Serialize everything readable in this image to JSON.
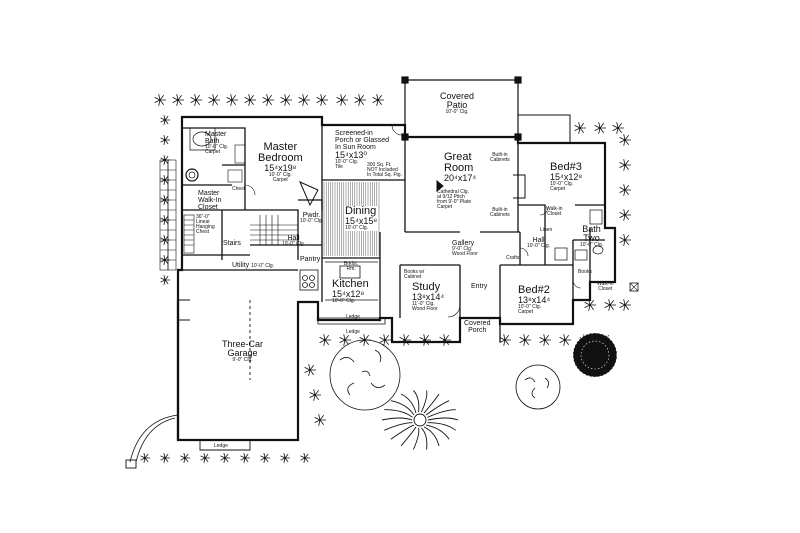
{
  "rooms": {
    "covered_patio": {
      "name": "Covered\nPatio",
      "size": "10'-0\" Clg."
    },
    "master_bath": {
      "name": "Master\nBath",
      "size": "10'-0\" Clg.\nCarpet"
    },
    "master_bedroom": {
      "name": "Master\nBedroom",
      "size": "15⁴x19⁸",
      "note": "10'-0\" Clg.\nCarpet"
    },
    "screened_porch": {
      "name": "Screened-in\nPorch or Glassed\nIn Sun Room",
      "size": "15⁴x13⁰",
      "note": "10'-0\" Clg.\nTile"
    },
    "great_room": {
      "name": "Great\nRoom",
      "size": "20⁴x17⁴",
      "note": "Cathedral Clg.\nat 9/12 Pitch\nfrom 9'-0\" Plate\nCarpet"
    },
    "bed3": {
      "name": "Bed#3",
      "size": "15⁴x12⁸",
      "note": "10'-0\" Clg.\nCarpet"
    },
    "master_closet": {
      "name": "Master\nWalk-In\nCloset",
      "note": "36\"-0\"\nLinear\nHanging\nChest"
    },
    "dining": {
      "name": "Dining",
      "size": "15⁴x15⁸",
      "note": "10'-0\" Clg."
    },
    "pwdr": {
      "name": "Pwdr.",
      "note": "10'-0\" Clg."
    },
    "stairs": {
      "name": "Stairs"
    },
    "hall_left": {
      "name": "Hall",
      "note": "10'-0\" Clg."
    },
    "utility": {
      "name": "Utility",
      "note": "10'-0\" Clg."
    },
    "pantry": {
      "name": "Pantry"
    },
    "kitchen": {
      "name": "Kitchen",
      "size": "15⁴x12⁸",
      "note": "10'-0\" Clg."
    },
    "gallery": {
      "name": "Gallery",
      "note": "9'-0\" Clg.\nWood Floor"
    },
    "study": {
      "name": "Study",
      "size": "13⁸x14⁴",
      "note": "11'-0\" Clg.\nWood Floor"
    },
    "entry": {
      "name": "Entry"
    },
    "hall_right": {
      "name": "Hall",
      "note": "10'-0\" Clg."
    },
    "bed2": {
      "name": "Bed#2",
      "size": "13⁸x14⁴",
      "note": "10'-0\" Clg.\nCarpet"
    },
    "bath_two": {
      "name": "Bath\nTwo",
      "note": "10'-0\" Clg."
    },
    "covered_porch": {
      "name": "Covered\nPorch"
    },
    "garage": {
      "name": "Three-Car\nGarage",
      "note": "9'-0\" Clg."
    }
  },
  "notes": {
    "built_in_cabinets_1": "Built-in\nCabinets",
    "built_in_cabinets_2": "Built-in\nCabinets",
    "books_cabinet": "Books w/\nCabinet",
    "ledge_top": "Ledge",
    "ledge_bottom": "Ledge",
    "ledge_garage": "Ledge",
    "linen": "Linen",
    "walk_in_closet_1": "Walk-in\nCloset",
    "walk_in_closet_2": "Walk-in\nCloset",
    "crafts": "Crafts",
    "books": "Books",
    "chest": "Chest",
    "screened_note": "300 Sq. Ft.\nNOT Included\nIn Total Sq. Ftg.",
    "brkfst": "Brkfst.\nRm."
  }
}
